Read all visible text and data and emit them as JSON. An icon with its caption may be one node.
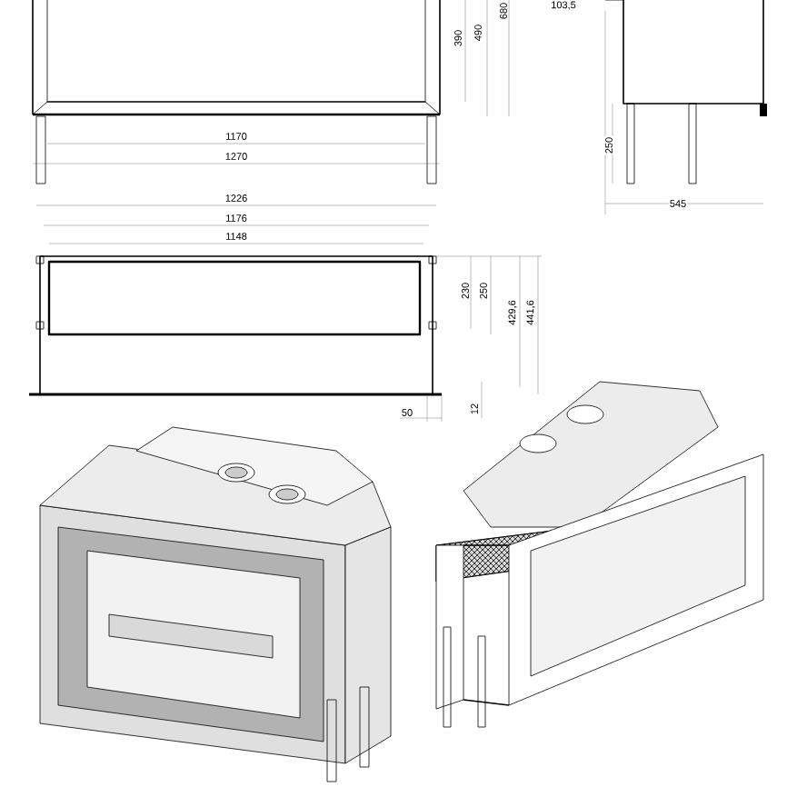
{
  "diagram": {
    "labels": [
      "103,5",
      "680",
      "490",
      "390",
      "1170",
      "250",
      "1270",
      "545",
      "1226",
      "1176",
      "1148",
      "230",
      "250",
      "429,6",
      "441,6",
      "12",
      "50"
    ]
  }
}
